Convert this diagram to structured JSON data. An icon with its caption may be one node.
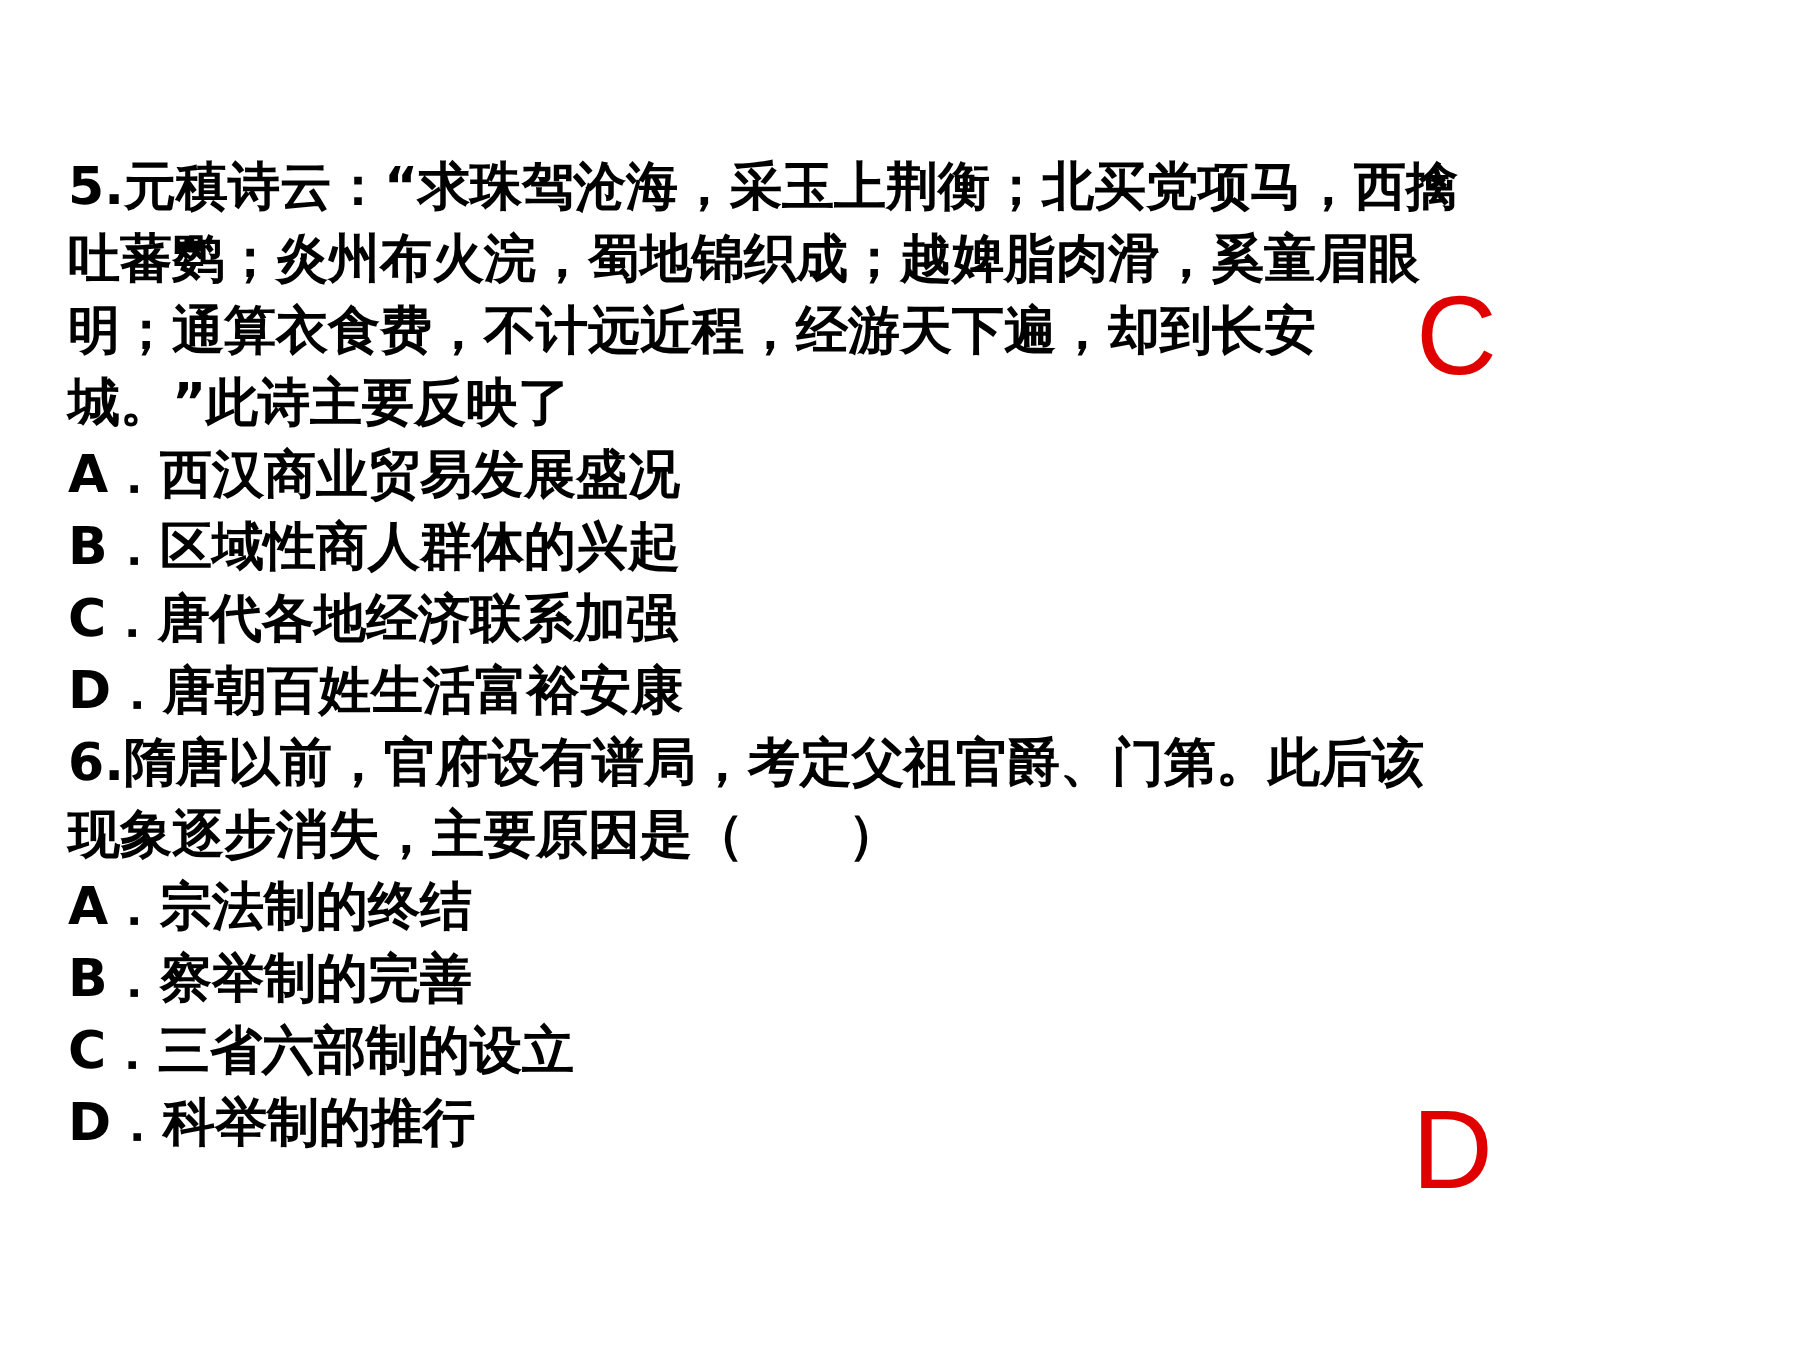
{
  "diagram": {
    "labels": [
      "5.元稹诗云：“求珠驾沧海，采玉上荆衡；北买党项马，西擒吐蕃鹦；炎州布火浣，蜀地锦织成；越婢脂肉滑，奚童眉眼明；通算衣食费，不计远近程，经游天下遍，却到长安城。”此诗主要反映了",
      "A．西汉商业贸易发展盛况",
      "B．区域性商人群体的兴起",
      "C．唐代各地经济联系加强",
      "D．唐朝百姓生活富裕安康",
      "6.隋唐以前，官府设有谱局，考定父祖官爵、门第。此后该现象逐步消失，主要原因是（　　）",
      "A．宗法制的终结",
      "B．察举制的完善",
      "C．三省六部制的设立",
      "D．科举制的推行",
      "C",
      "D"
    ]
  }
}
